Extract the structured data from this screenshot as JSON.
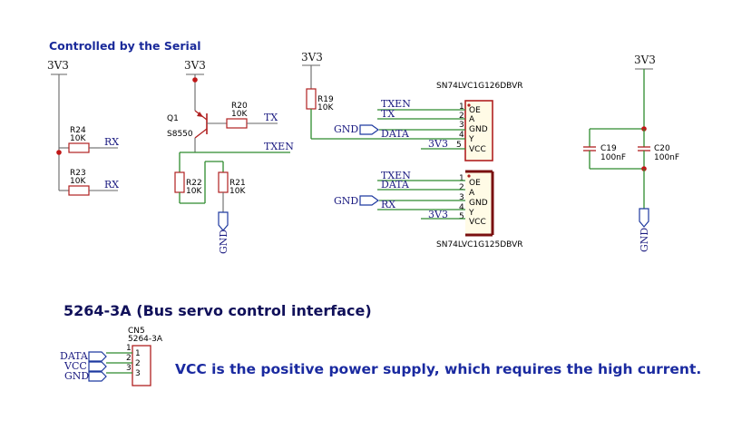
{
  "labels": {
    "section_title": "Controlled by the Serial",
    "power_3v3": "3V3",
    "gnd": "GND",
    "rx": "RX",
    "tx": "TX",
    "txen": "TXEN",
    "data": "DATA",
    "vcc": "VCC",
    "r24": "R24",
    "r24_val": "10K",
    "r23": "R23",
    "r23_val": "10K",
    "q1": "Q1",
    "q1_part": "S8550",
    "r20": "R20",
    "r20_val": "10K",
    "r22": "R22",
    "r22_val": "10K",
    "r21": "R21",
    "r21_val": "10K",
    "r19": "R19",
    "r19_val": "10K",
    "u1_part": "SN74LVC1G126DBVR",
    "u2_part": "SN74LVC1G125DBVR",
    "pins": {
      "oe": "OE",
      "a": "A",
      "gnd": "GND",
      "y": "Y",
      "vcc": "VCC",
      "n1": "1",
      "n2": "2",
      "n3": "3",
      "n4": "4",
      "n5": "5"
    },
    "c19": "C19",
    "c19_val": "100nF",
    "c20": "C20",
    "c20_val": "100nF",
    "connector_title": "5264-3A  (Bus servo control interface)",
    "cn5": "CN5",
    "cn5_part": "5264-3A",
    "note": "VCC is the positive power supply, which requires the high current."
  }
}
